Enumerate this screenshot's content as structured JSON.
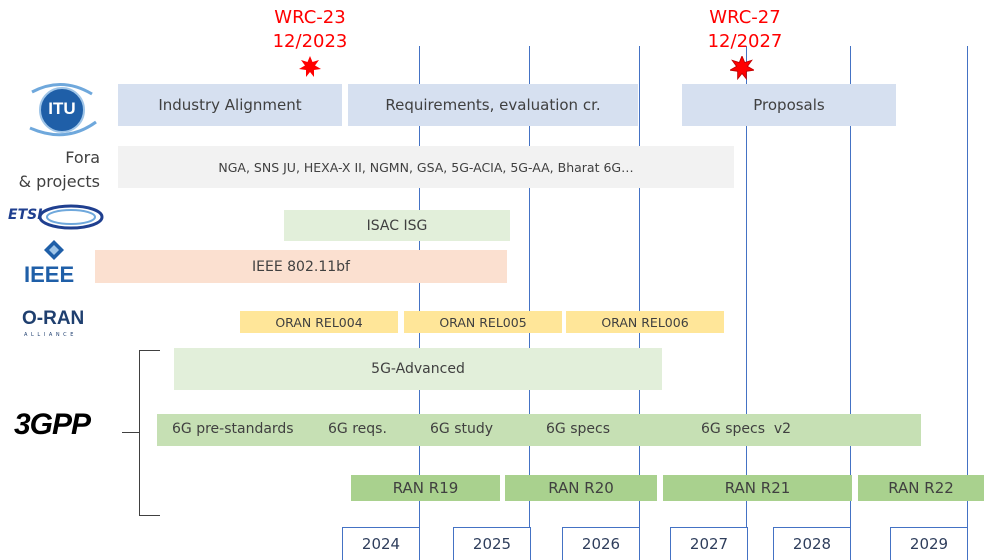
{
  "milestones": [
    {
      "name": "WRC-23",
      "date": "12/2023"
    },
    {
      "name": "WRC-27",
      "date": "12/2027"
    }
  ],
  "rows": {
    "itu": [
      "Industry Alignment",
      "Requirements, evaluation cr.",
      "Proposals"
    ],
    "fora": "NGA, SNS JU, HEXA-X II, NGMN, GSA, 5G-ACIA, 5G-AA, Bharat 6G…",
    "etsi": "ISAC ISG",
    "ieee": "IEEE 802.11bf",
    "oran": [
      "ORAN REL004",
      "ORAN REL005",
      "ORAN REL006"
    ],
    "advanced": "5G-Advanced",
    "sixg": [
      "6G pre-standards",
      "6G reqs.",
      "6G study",
      "6G specs",
      "6G specs  v2"
    ],
    "ran": [
      "RAN R19",
      "RAN R20",
      "RAN R21",
      "RAN R22"
    ]
  },
  "labels": {
    "itu_logo": "ITU",
    "fora_label": "Fora",
    "projects_label": "& projects",
    "etsi_logo": "ETSI",
    "ieee_logo": "IEEE",
    "oran_logo": "O-RAN",
    "oran_sub": "A L L I A N C E",
    "gpp_logo": "3GPP"
  },
  "years": [
    "2024",
    "2025",
    "2026",
    "2027",
    "2028",
    "2029"
  ],
  "colors": {
    "accent": "#4472c4",
    "wrc": "#ff0000",
    "itu": "#d6e0f0",
    "ran": "#a9d18e"
  }
}
